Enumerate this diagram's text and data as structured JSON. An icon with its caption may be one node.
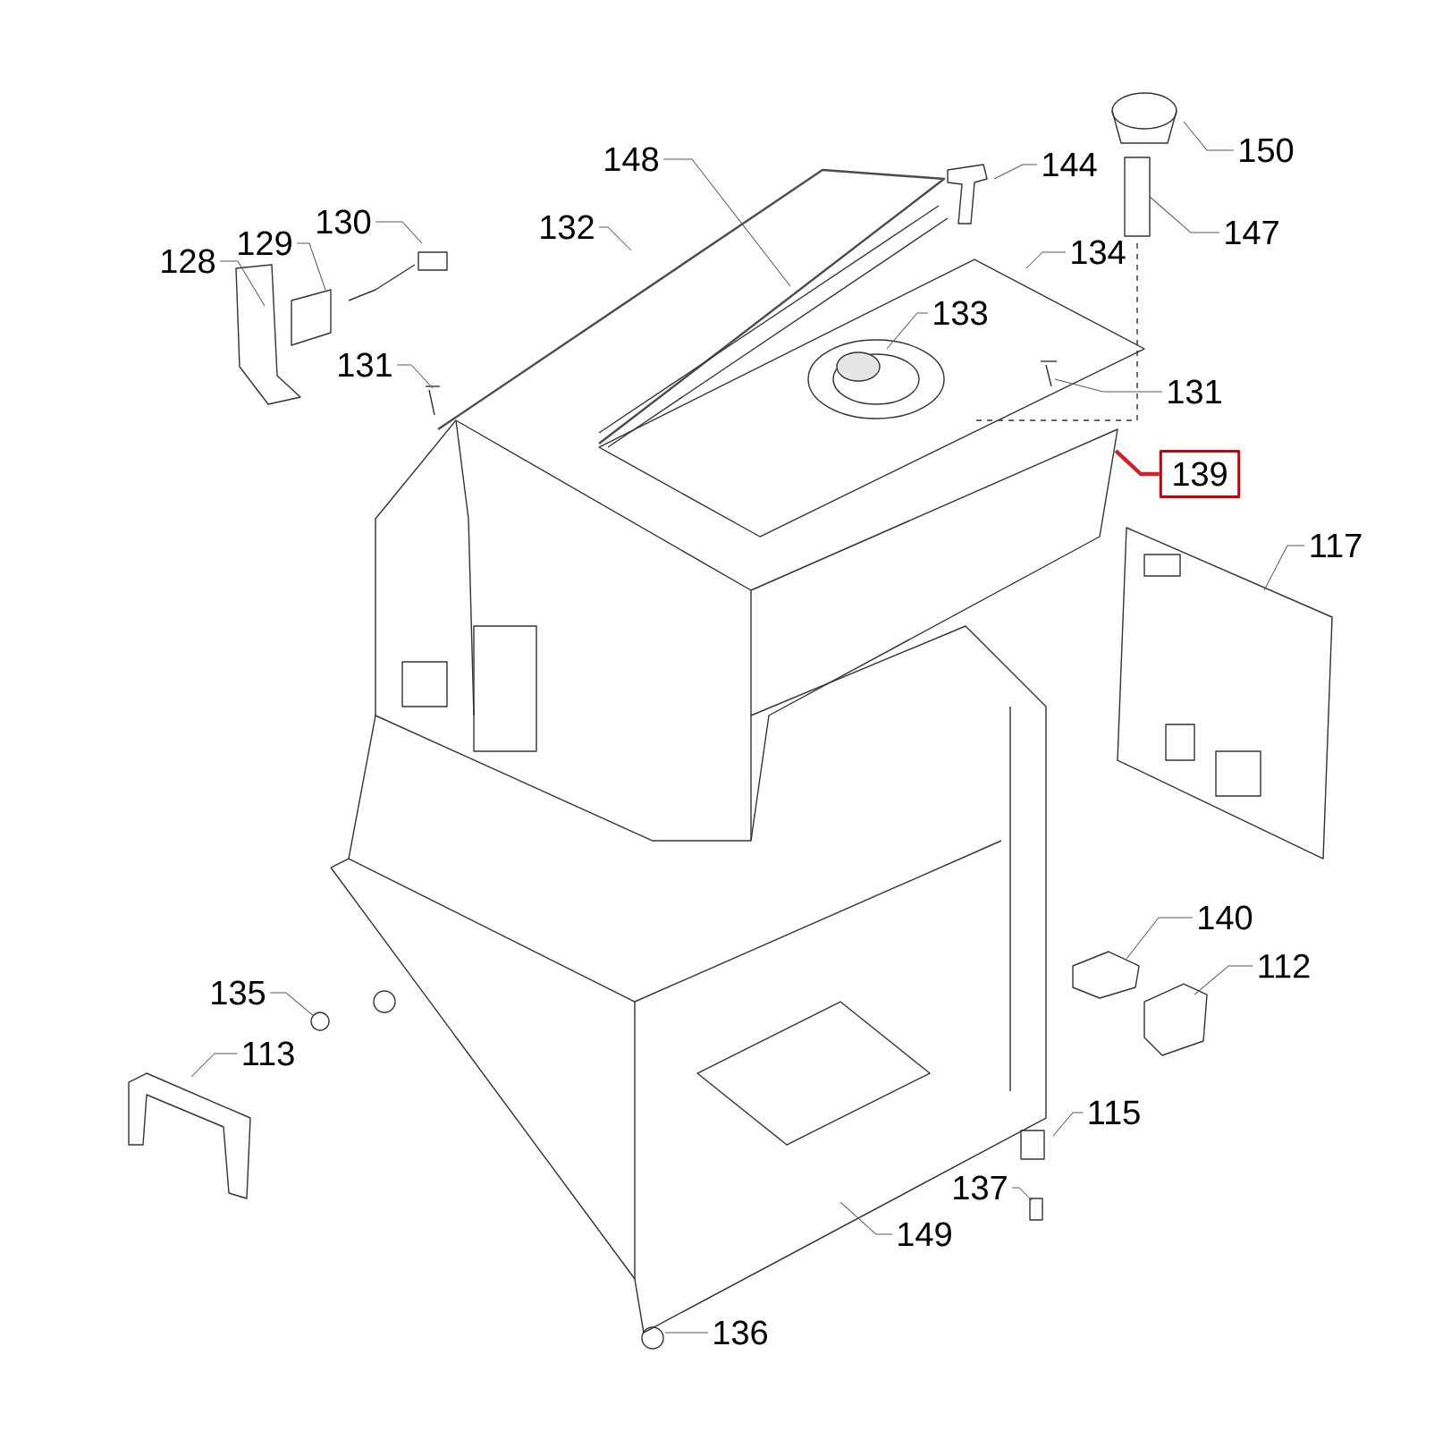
{
  "diagram": {
    "nodes": [
      {
        "text": [
          "150"
        ]
      },
      {
        "text": [
          "148"
        ]
      },
      {
        "text": [
          "144"
        ]
      },
      {
        "text": [
          "130"
        ]
      },
      {
        "text": [
          "132"
        ]
      },
      {
        "text": [
          "147"
        ]
      },
      {
        "text": [
          "129"
        ]
      },
      {
        "text": [
          "134"
        ]
      },
      {
        "text": [
          "128"
        ]
      },
      {
        "text": [
          "133"
        ]
      },
      {
        "text": [
          "131"
        ]
      },
      {
        "text": [
          "131"
        ]
      },
      {
        "text": [
          "139"
        ]
      },
      {
        "text": [
          "117"
        ]
      },
      {
        "text": [
          "140"
        ]
      },
      {
        "text": [
          "112"
        ]
      },
      {
        "text": [
          "135"
        ]
      },
      {
        "text": [
          "113"
        ]
      },
      {
        "text": [
          "115"
        ]
      },
      {
        "text": [
          "137"
        ]
      },
      {
        "text": [
          "149"
        ]
      },
      {
        "text": [
          "136"
        ]
      },
      {
        "text": [],
        "shape": "circle"
      }
    ],
    "edges": [
      {
        "from": 0,
        "to": null,
        "arrow": "none"
      },
      {
        "from": 1,
        "to": null,
        "arrow": "none"
      },
      {
        "from": 2,
        "to": null,
        "arrow": "none"
      },
      {
        "from": 3,
        "to": null,
        "arrow": "none"
      },
      {
        "from": 4,
        "to": null,
        "arrow": "none"
      },
      {
        "from": 5,
        "to": null,
        "arrow": "none"
      },
      {
        "from": 6,
        "to": null,
        "arrow": "none"
      },
      {
        "from": 7,
        "to": null,
        "arrow": "none"
      },
      {
        "from": 8,
        "to": null,
        "arrow": "none"
      },
      {
        "from": 9,
        "to": null,
        "arrow": "none"
      },
      {
        "from": 10,
        "to": null,
        "arrow": "none"
      },
      {
        "from": 11,
        "to": null,
        "arrow": "none"
      },
      {
        "from": 12,
        "to": null,
        "arrow": "none",
        "style": "thick",
        "color": "#d42027"
      },
      {
        "from": 13,
        "to": null,
        "arrow": "none"
      },
      {
        "from": 14,
        "to": null,
        "arrow": "none"
      },
      {
        "from": 15,
        "to": null,
        "arrow": "none"
      },
      {
        "from": 16,
        "to": 22,
        "arrow": "none"
      },
      {
        "from": 17,
        "to": null,
        "arrow": "none"
      },
      {
        "from": 18,
        "to": null,
        "arrow": "none"
      },
      {
        "from": 19,
        "to": null,
        "arrow": "none"
      },
      {
        "from": 20,
        "to": null,
        "arrow": "none"
      },
      {
        "from": 21,
        "to": null,
        "arrow": "none"
      }
    ]
  }
}
